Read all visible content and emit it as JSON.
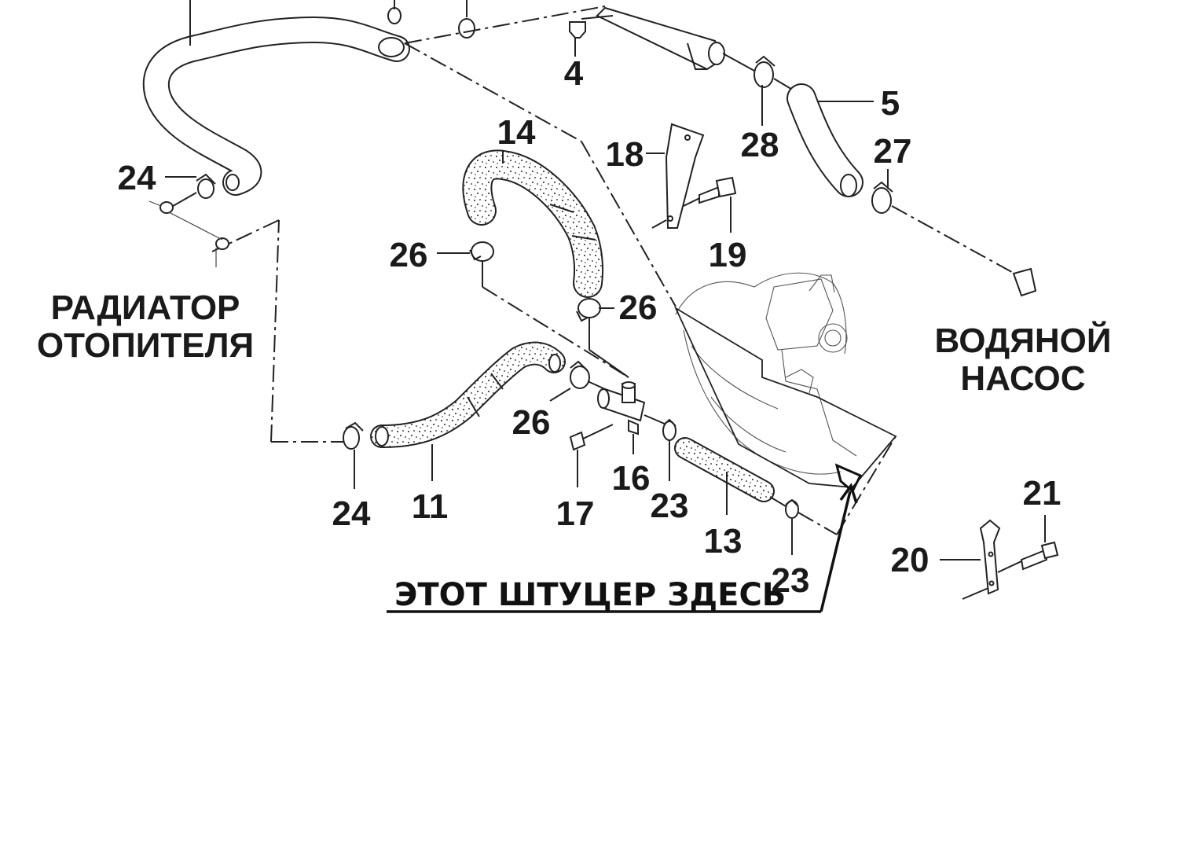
{
  "captions": {
    "heater_radiator_line1": "РАДИАТОР",
    "heater_radiator_line2": "ОТОПИТЕЛЯ",
    "water_pump_line1": "ВОДЯНОЙ",
    "water_pump_line2": "НАСОС"
  },
  "note": {
    "text": "ЭТОТ ШТУЦЕР ЗДЕСЬ"
  },
  "callouts": {
    "c4": "4",
    "c5": "5",
    "c11": "11",
    "c13": "13",
    "c14": "14",
    "c16": "16",
    "c17": "17",
    "c18": "18",
    "c19": "19",
    "c20": "20",
    "c21": "21",
    "c23a": "23",
    "c23b": "23",
    "c24a": "24",
    "c24b": "24",
    "c26a": "26",
    "c26b": "26",
    "c26c": "26",
    "c27": "27",
    "c28": "28"
  },
  "colors": {
    "line": "#222222",
    "text": "#1a1a1a",
    "background": "#ffffff",
    "hose_texture": "#1a1a1a"
  }
}
